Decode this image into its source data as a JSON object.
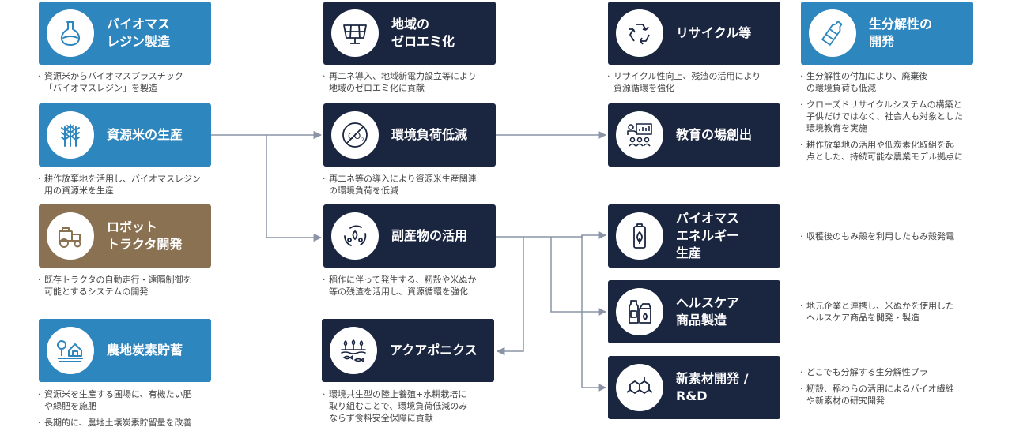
{
  "nodes": {
    "bio_resin": {
      "icon": "flask-icon",
      "lines": [
        "バイオマス",
        "レジン製造"
      ],
      "notes": [
        [
          "資源米からバイオマスプラスチック",
          "「バイオマスレジン」を製造"
        ]
      ]
    },
    "rice": {
      "icon": "wheat-icon",
      "lines": [
        "資源米の生産"
      ],
      "notes": [
        [
          "耕作放棄地を活用し、バイオマスレジン",
          "用の資源米を生産"
        ]
      ]
    },
    "robot": {
      "icon": "tractor-icon",
      "lines": [
        "ロボット",
        "トラクタ開発"
      ],
      "notes": [
        [
          "既存トラクタの自動走行・遠隔制御を",
          "可能とするシステムの開発"
        ]
      ]
    },
    "farm_carbon": {
      "icon": "farm-icon",
      "lines": [
        "農地炭素貯蓄"
      ],
      "notes": [
        [
          "資源米を生産する圃場に、有機たい肥",
          "や緑肥を施肥"
        ],
        [
          "長期的に、農地土壌炭素貯留量を改善"
        ]
      ]
    },
    "zero_emi": {
      "icon": "solar-panel-icon",
      "lines": [
        "地域の",
        "ゼロエミ化"
      ],
      "notes": [
        [
          "再エネ導入、地域新電力設立等により",
          "地域のゼロエミ化に貢献"
        ]
      ]
    },
    "env_load": {
      "icon": "co2-reduction-icon",
      "lines": [
        "環境負荷低減"
      ],
      "notes": [
        [
          "再エネ等の導入により資源米生産関連",
          "の環境負荷を低減"
        ]
      ]
    },
    "byproduct": {
      "icon": "cycle-icon",
      "lines": [
        "副産物の活用"
      ],
      "notes": [
        [
          "稲作に伴って発生する、籾殻や米ぬか",
          "等の残渣を活用し、資源循環を強化"
        ]
      ]
    },
    "aquaponics": {
      "icon": "aquaponics-icon",
      "lines": [
        "アクアポニクス"
      ],
      "notes": [
        [
          "環境共生型の陸上養殖+水耕栽培に",
          "取り組むことで、環境負荷低減のみ",
          "ならず食料安全保障に貢献"
        ]
      ]
    },
    "recycle": {
      "icon": "recycle-icon",
      "lines": [
        "リサイクル等"
      ],
      "notes": [
        [
          "リサイクル性向上、残渣の活用により",
          "資源循環を強化"
        ]
      ]
    },
    "education": {
      "icon": "classroom-icon",
      "lines": [
        "教育の場創出"
      ],
      "notes": []
    },
    "bio_energy": {
      "icon": "battery-leaf-icon",
      "lines": [
        "バイオマス",
        "エネルギー",
        "生産"
      ],
      "notes": [
        [
          "収穫後のもみ殻を利用したもみ殻発電"
        ]
      ]
    },
    "healthcare": {
      "icon": "products-icon",
      "lines": [
        "ヘルスケア",
        "商品製造"
      ],
      "notes": [
        [
          "地元企業と連携し、米ぬかを使用した",
          "ヘルスケア商品を開発・製造"
        ]
      ]
    },
    "new_material": {
      "icon": "molecule-icon",
      "lines": [
        "新素材開発 /",
        "R&D"
      ],
      "notes": [
        [
          "どこでも分解する生分解性プラ"
        ],
        [
          "籾殻、稲わらの活用によるバイオ繊維",
          "や新素材の研究開発"
        ]
      ]
    },
    "biodegradable": {
      "icon": "bottle-icon",
      "lines": [
        "生分解性の",
        "開発"
      ],
      "notes": [
        [
          "生分解性の付加により、廃棄後",
          "の環境負荷も低減"
        ],
        [
          "クローズドリサイクルシステムの構築と",
          "子供だけではなく、社会人も対象とした",
          "環境教育を実施"
        ],
        [
          "耕作放棄地の活用や低炭素化取組を起",
          "点とした、持続可能な農業モデル拠点に"
        ]
      ]
    }
  },
  "colors": {
    "blue": "#2e86bf",
    "navy": "#1a2540",
    "brown": "#8a7152",
    "arrow": "#8a94a6"
  }
}
